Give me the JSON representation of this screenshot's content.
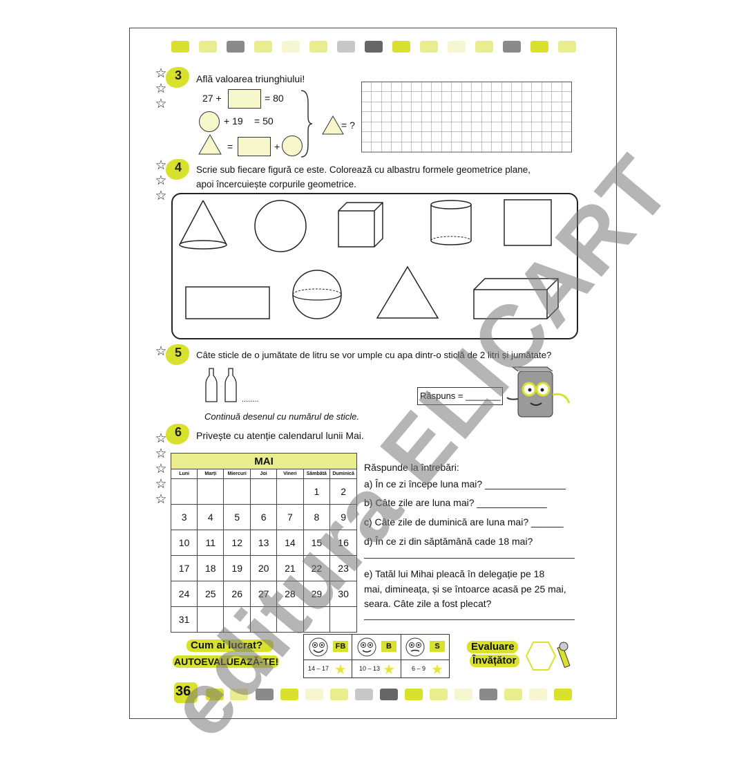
{
  "ex3": {
    "num": "3",
    "title": "Află valoarea triunghiului!",
    "eq1_left": "27 +",
    "eq1_right": "= 80",
    "eq2_mid": "+ 19",
    "eq2_right": "= 50",
    "eq3_eq": "=",
    "eq3_plus": "+",
    "result": "= ?"
  },
  "ex4": {
    "num": "4",
    "line1": "Scrie sub fiecare figură ce este. Colorează cu albastru formele geometrice plane,",
    "line2": "apoi încercuiește corpurile geometrice."
  },
  "ex5": {
    "num": "5",
    "question": "Câte sticle de o jumătate de litru se vor umple cu apa dintr-o sticlă de 2 litri și jumătate?",
    "dots": "........",
    "answer_label": "Răspuns = _______",
    "hint": "Continuă desenul cu numărul de sticle."
  },
  "ex6": {
    "num": "6",
    "title": "Privește cu atenție calendarul lunii Mai.",
    "calendar": {
      "month": "MAI",
      "days": [
        "Luni",
        "Marți",
        "Miercuri",
        "Joi",
        "Vineri",
        "Sâmbătă",
        "Duminică"
      ],
      "rows": [
        [
          "",
          "",
          "",
          "",
          "",
          "1",
          "2"
        ],
        [
          "3",
          "4",
          "5",
          "6",
          "7",
          "8",
          "9"
        ],
        [
          "10",
          "11",
          "12",
          "13",
          "14",
          "15",
          "16"
        ],
        [
          "17",
          "18",
          "19",
          "20",
          "21",
          "22",
          "23"
        ],
        [
          "24",
          "25",
          "26",
          "27",
          "28",
          "29",
          "30"
        ],
        [
          "31",
          "",
          "",
          "",
          "",
          "",
          ""
        ]
      ]
    },
    "q_title": "Răspunde la întrebări:",
    "qa": "a) În ce zi începe luna mai? _______________",
    "qb": "b) Câte zile are luna mai?      _____________",
    "qc": "c) Câte zile de duminică are luna mai? ______",
    "qd": "d) În ce zi din săptămână cade 18 mai?",
    "qe1": "e)  Tatăl lui Mihai pleacă în delegație pe 18",
    "qe2": "mai, dimineața, și se întoarce acasă pe 25 mai,",
    "qe3": "seara. Câte zile a fost plecat?"
  },
  "footer": {
    "cum1": "Cum ai lucrat?",
    "cum2": "AUTOEVALUEAZĂ-TE!",
    "grades": [
      {
        "label": "FB",
        "range": "14 – 17"
      },
      {
        "label": "B",
        "range": "10 – 13"
      },
      {
        "label": "S",
        "range": "6 – 9"
      }
    ],
    "eval1": "Evaluare",
    "eval2": "Învățător",
    "page_number": "36"
  },
  "watermark": "editura ELICART",
  "colors": {
    "accent": "#d8e22e",
    "pale": "#eaed8e",
    "gray": "#8a8a8a"
  }
}
